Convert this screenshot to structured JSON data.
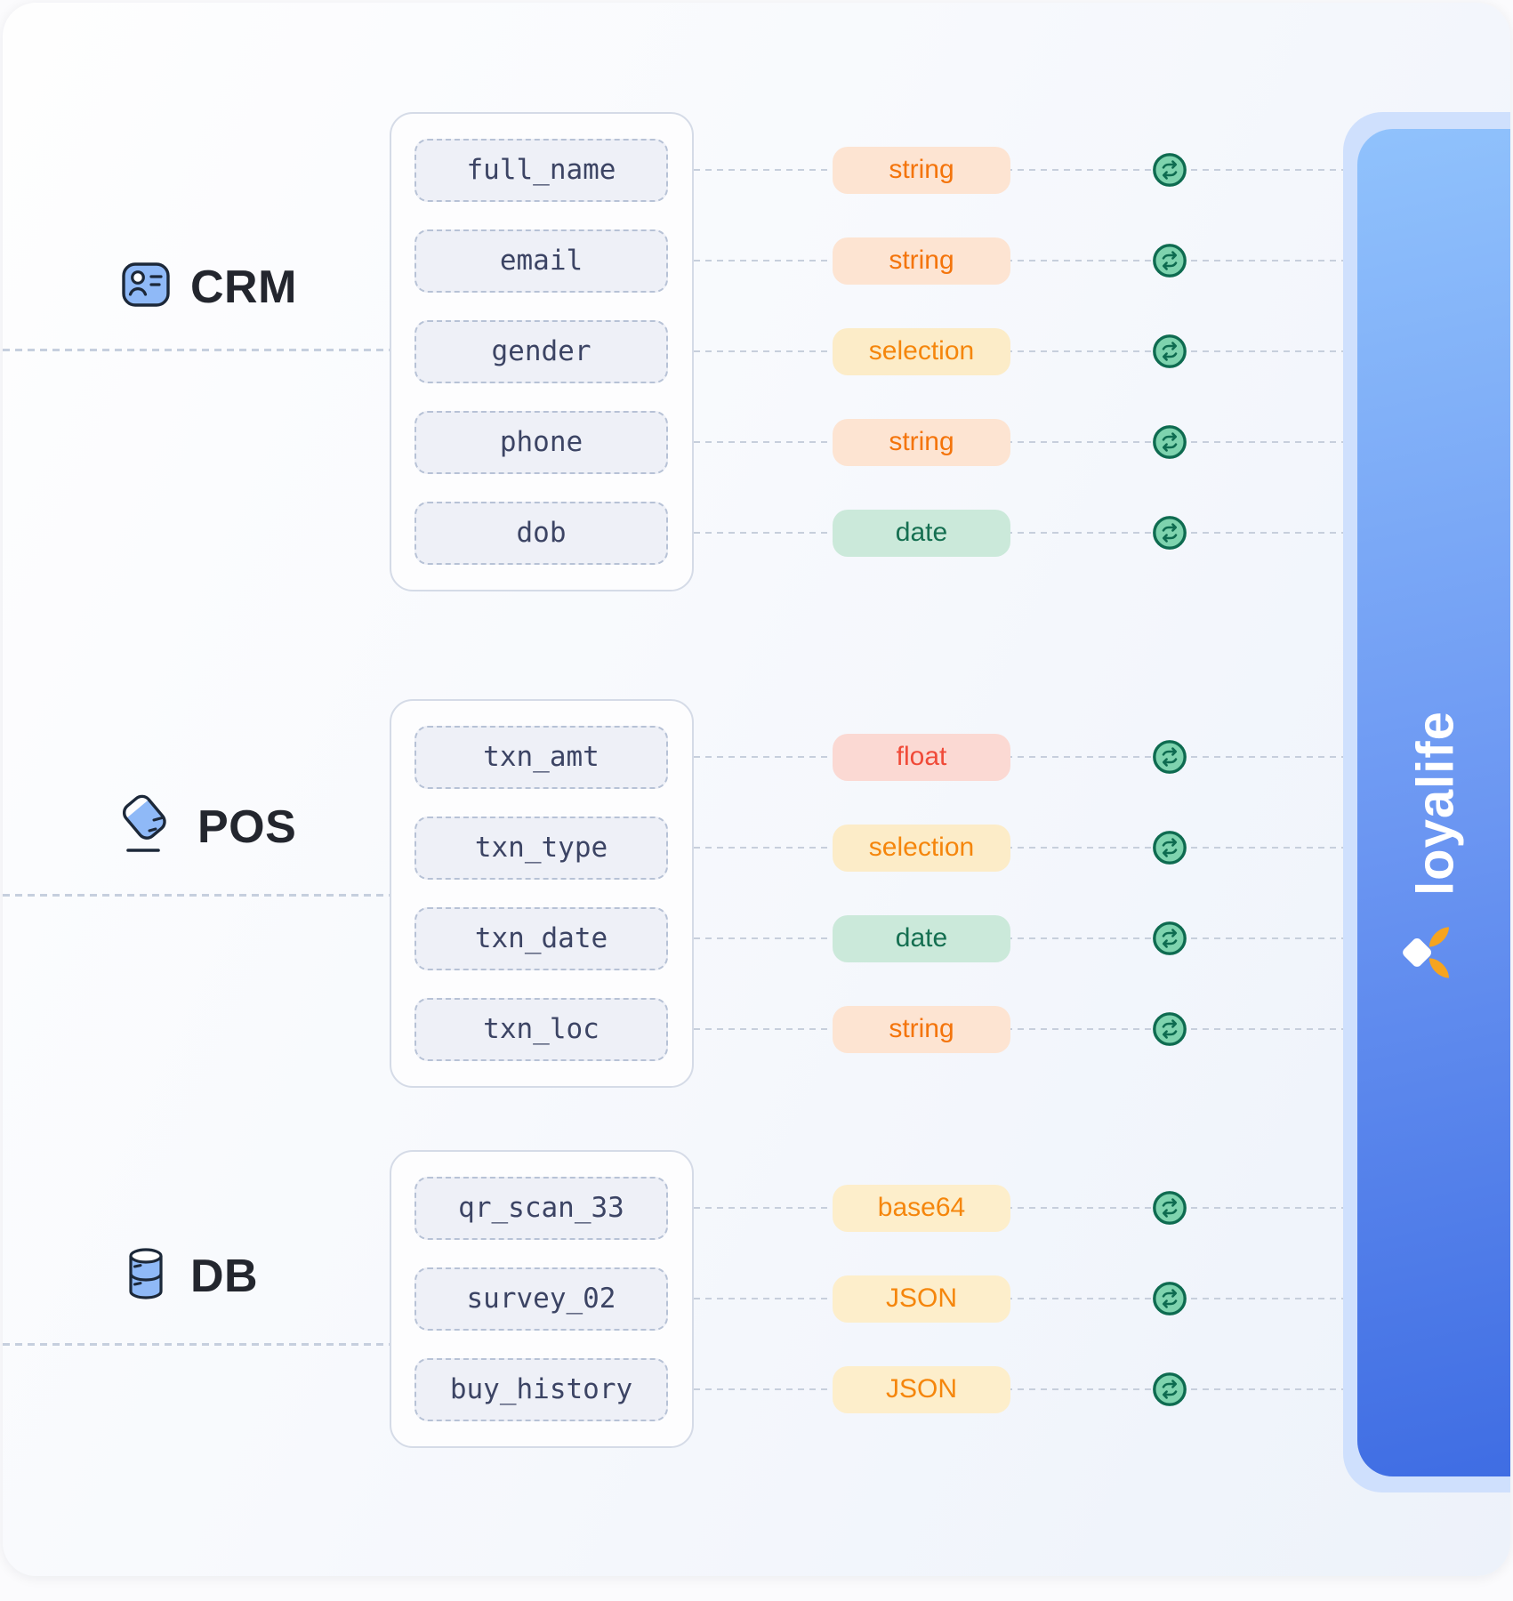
{
  "diagram_title": "field-mapping-diagram",
  "sources": [
    {
      "id": "crm",
      "label": "CRM",
      "icon": "contact-card-icon",
      "fields": [
        {
          "name": "full_name",
          "type": "string"
        },
        {
          "name": "email",
          "type": "string"
        },
        {
          "name": "gender",
          "type": "selection"
        },
        {
          "name": "phone",
          "type": "string"
        },
        {
          "name": "dob",
          "type": "date"
        }
      ]
    },
    {
      "id": "pos",
      "label": "POS",
      "icon": "card-swipe-icon",
      "fields": [
        {
          "name": "txn_amt",
          "type": "float"
        },
        {
          "name": "txn_type",
          "type": "selection"
        },
        {
          "name": "txn_date",
          "type": "date"
        },
        {
          "name": "txn_loc",
          "type": "string"
        }
      ]
    },
    {
      "id": "db",
      "label": "DB",
      "icon": "database-icon",
      "fields": [
        {
          "name": "qr_scan_33",
          "type": "base64"
        },
        {
          "name": "survey_02",
          "type": "JSON"
        },
        {
          "name": "buy_history",
          "type": "JSON"
        }
      ]
    }
  ],
  "destination": {
    "name": "loyalife",
    "logo": "loyalife-leaf-logo"
  },
  "type_colors": {
    "string": {
      "bg": "#fde4d2",
      "text": "#f4740b"
    },
    "selection": {
      "bg": "#fcecc8",
      "text": "#f5860c"
    },
    "date": {
      "bg": "#cbe9da",
      "text": "#156f51"
    },
    "float": {
      "bg": "#fbd9d3",
      "text": "#f04a38"
    },
    "base64": {
      "bg": "#fdeecb",
      "text": "#f5860c"
    },
    "JSON": {
      "bg": "#fdeecb",
      "text": "#f5860c"
    }
  },
  "sync_icon": {
    "name": "sync-arrows-icon",
    "fill": "#7ed3ae",
    "stroke": "#0e6b50"
  },
  "accent_colors": {
    "panel_outer": "#cfe0fd",
    "panel_top": "#90c2fc",
    "panel_bottom": "#3f6de3",
    "icon_blue": "#8fb9f7",
    "icon_outline": "#1c2839",
    "logo_petal_orange": "#f6a41f"
  }
}
